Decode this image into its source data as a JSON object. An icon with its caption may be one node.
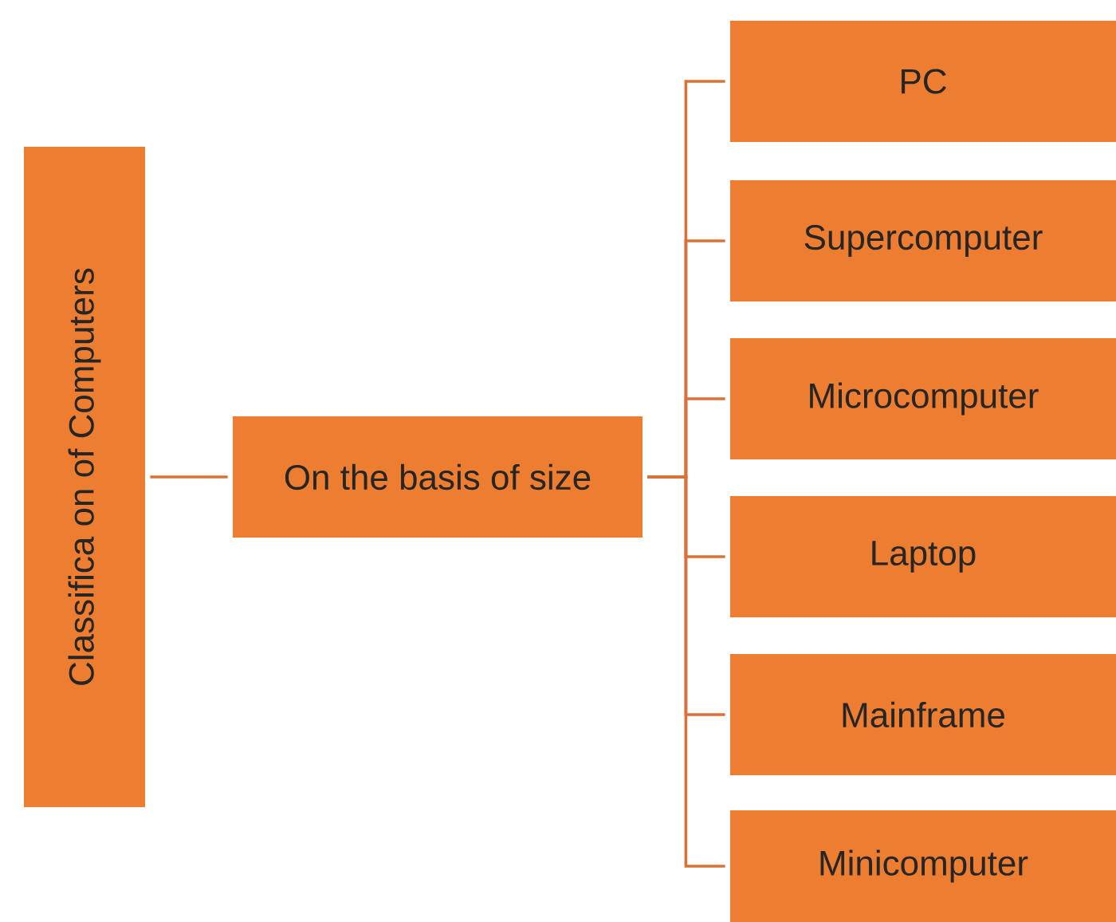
{
  "diagram": {
    "nodes": [
      {
        "text": [
          "Classifica  on of Computers"
        ]
      },
      {
        "text": [
          "On the basis of size"
        ]
      },
      {
        "text": [
          "PC"
        ]
      },
      {
        "text": [
          "Supercomputer"
        ]
      },
      {
        "text": [
          "Microcomputer"
        ]
      },
      {
        "text": [
          "Laptop"
        ]
      },
      {
        "text": [
          "Mainframe"
        ]
      },
      {
        "text": [
          "Minicomputer"
        ]
      }
    ],
    "edges": [
      {
        "from": 0,
        "to": 1,
        "arrow": "none"
      },
      {
        "from": 1,
        "to": 2,
        "arrow": "none"
      },
      {
        "from": 1,
        "to": 3,
        "arrow": "none"
      },
      {
        "from": 1,
        "to": 4,
        "arrow": "none"
      },
      {
        "from": 1,
        "to": 5,
        "arrow": "none"
      },
      {
        "from": 1,
        "to": 6,
        "arrow": "none"
      },
      {
        "from": 1,
        "to": 7,
        "arrow": "none"
      }
    ]
  }
}
